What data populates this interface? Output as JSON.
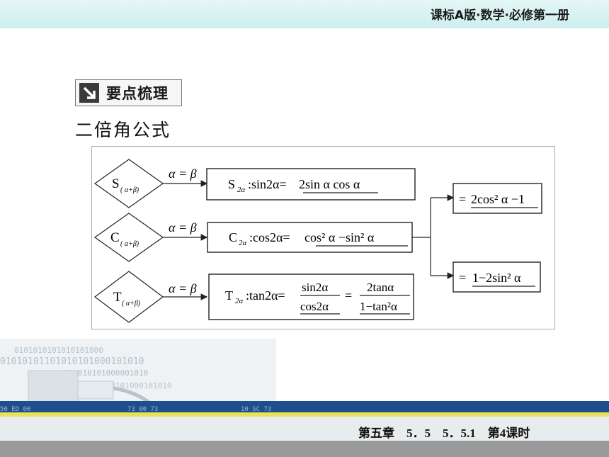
{
  "header": {
    "course": "课标A版·数学·必修第一册"
  },
  "section": {
    "badge_label": "要点梳理"
  },
  "heading": "二倍角公式",
  "diagram": {
    "condition": "α = β",
    "nodes": [
      {
        "letter": "S",
        "sub": "( α+β)"
      },
      {
        "letter": "C",
        "sub": "( α+β)"
      },
      {
        "letter": "T",
        "sub": "( α+β)"
      }
    ],
    "formulas": {
      "sin": {
        "name": "S",
        "sub": "2α",
        "body": ":sin2α=",
        "value": "2sin α cos α"
      },
      "cos": {
        "name": "C",
        "sub": "2α",
        "body": ":cos2α=",
        "value": "cos² α −sin² α"
      },
      "tan": {
        "name": "T",
        "sub": "2α",
        "body": ":tan2α=",
        "frac1_num": "sin2α",
        "frac1_den": "cos2α",
        "eq": "=",
        "frac2_num": "2tanα",
        "frac2_den": "1−tan²α"
      }
    },
    "cos_forms": [
      {
        "prefix": "=",
        "value": "2cos² α −1"
      },
      {
        "prefix": "=",
        "value": "1−2sin² α"
      }
    ]
  },
  "footer": {
    "lesson": "第五章　5．5　5．5.1　第4课时",
    "binary_rows": [
      "0101010101010101000",
      "01010101101010101000101010",
      "010010101000001010",
      "10110010101000101010"
    ],
    "ruler_marks": [
      "50 ED 00",
      "73 00 73",
      "10 SC 73"
    ]
  },
  "colors": {
    "header_bg": "#d6f2f1",
    "footer_blue": "#1d4f8c",
    "footer_yellow": "#e8e25a",
    "footer_gray": "#9a9a9a"
  }
}
